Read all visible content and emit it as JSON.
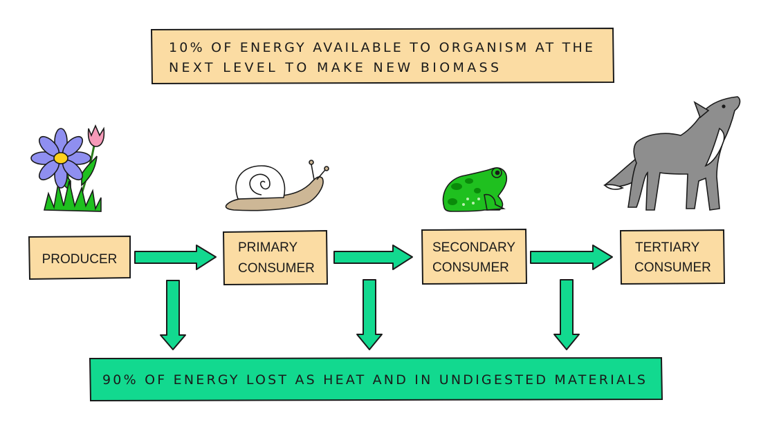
{
  "top_banner": {
    "line1": "10% OF ENERGY AVAILABLE TO ORGANISM AT THE",
    "line2": "NEXT LEVEL TO MAKE NEW BIOMASS",
    "color": "#fbdca3"
  },
  "bottom_banner": {
    "text": "90% OF ENERGY LOST AS HEAT AND IN UNDIGESTED MATERIALS",
    "color": "#12d98f"
  },
  "levels": [
    {
      "line1": "PRODUCER",
      "line2": ""
    },
    {
      "line1": "PRIMARY",
      "line2": "CONSUMER"
    },
    {
      "line1": "SECONDARY",
      "line2": "CONSUMER"
    },
    {
      "line1": "TERTIARY",
      "line2": "CONSUMER"
    }
  ],
  "organisms": [
    {
      "icon": "flower-icon"
    },
    {
      "icon": "snail-icon"
    },
    {
      "icon": "frog-icon"
    },
    {
      "icon": "wolf-icon"
    }
  ],
  "colors": {
    "box_fill": "#fbdca3",
    "arrow_fill": "#12d98f",
    "outline": "#1a1a1a"
  }
}
